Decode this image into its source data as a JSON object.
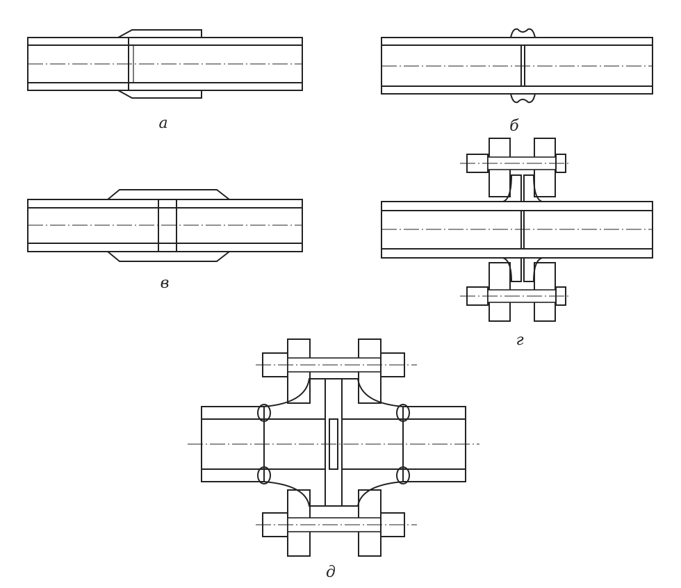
{
  "figure": {
    "panels": [
      {
        "id": "a",
        "caption": "а",
        "joint": "socket"
      },
      {
        "id": "b",
        "caption": "б",
        "joint": "butt-weld"
      },
      {
        "id": "v",
        "caption": "в",
        "joint": "coupling-sleeve"
      },
      {
        "id": "g",
        "caption": "г",
        "joint": "flanged-bolted"
      },
      {
        "id": "d",
        "caption": "д",
        "joint": "flanged-with-gasket"
      }
    ]
  },
  "colors": {
    "ink": "#222222",
    "paper": "#ffffff",
    "hatch": "#333333"
  }
}
